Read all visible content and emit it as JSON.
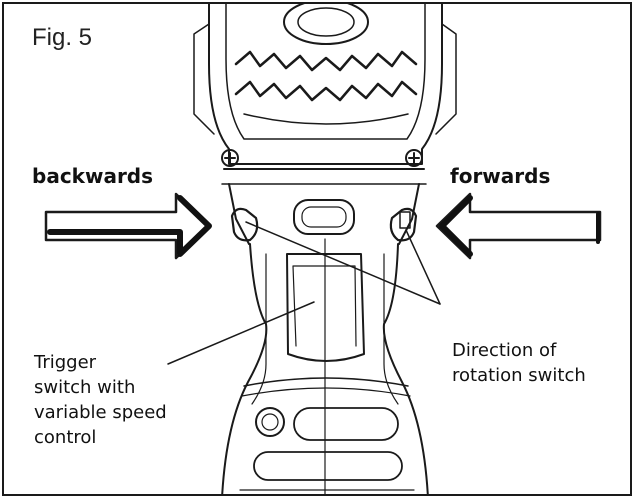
{
  "figure": {
    "label": "Fig. 5"
  },
  "direction_labels": {
    "left": "backwards",
    "right": "forwards"
  },
  "callouts": {
    "trigger": [
      "Trigger",
      "switch with",
      "variable speed",
      "control"
    ],
    "direction_switch": [
      "Direction of",
      "rotation switch"
    ]
  },
  "colors": {
    "line": "#1a1a1a",
    "background": "#ffffff"
  }
}
